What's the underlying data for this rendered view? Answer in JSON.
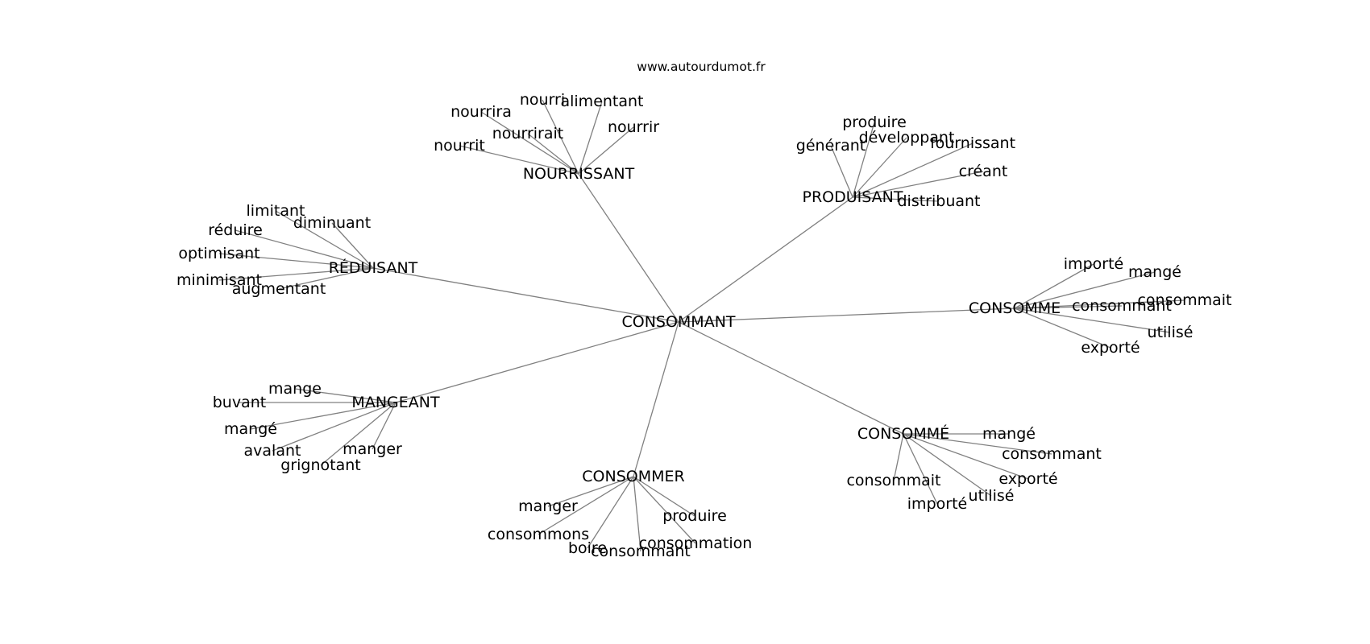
{
  "site": "www.autourdumot.fr",
  "center": "CONSOMMANT",
  "clusters": [
    {
      "hub": "NOURRISSANT",
      "words": [
        "nourrira",
        "nourri",
        "alimentant",
        "nourrirait",
        "nourrir",
        "nourrit"
      ]
    },
    {
      "hub": "PRODUISANT",
      "words": [
        "produire",
        "générant",
        "développant",
        "fournissant",
        "créant",
        "distribuant"
      ]
    },
    {
      "hub": "RÉDUISANT",
      "words": [
        "limitant",
        "diminuant",
        "réduire",
        "optimisant",
        "minimisant",
        "augmentant"
      ]
    },
    {
      "hub": "CONSOMME",
      "words": [
        "importé",
        "mangé",
        "consommant",
        "consommait",
        "utilisé",
        "exporté"
      ]
    },
    {
      "hub": "MANGEANT",
      "words": [
        "mange",
        "buvant",
        "mangé",
        "avalant",
        "manger",
        "grignotant"
      ]
    },
    {
      "hub": "CONSOMMÉ",
      "words": [
        "mangé",
        "consommant",
        "exporté",
        "consommait",
        "utilisé",
        "importé"
      ]
    },
    {
      "hub": "CONSOMMER",
      "words": [
        "manger",
        "produire",
        "consommons",
        "consommation",
        "boire",
        "consommant"
      ]
    }
  ]
}
